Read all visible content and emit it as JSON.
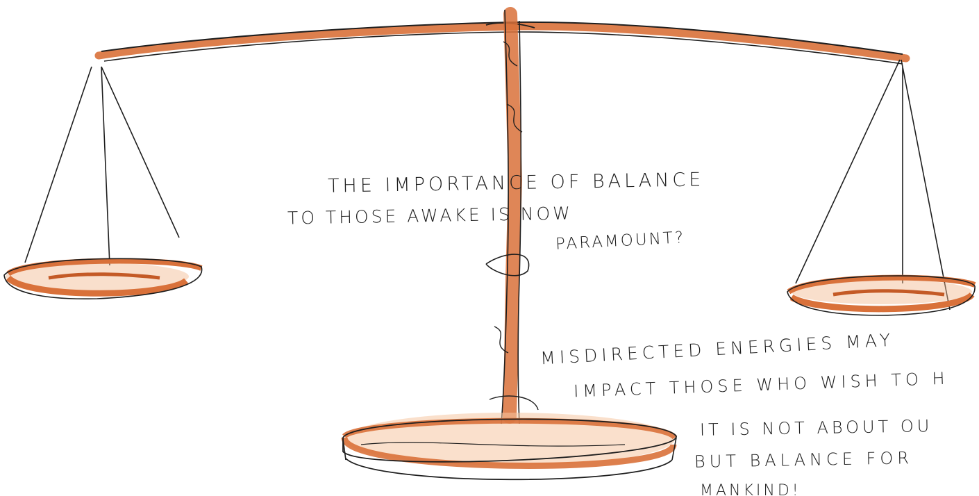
{
  "sketch": {
    "line1": "THE IMPORTANCE OF BALANCE",
    "line2": "TO THOSE AWAKE IS NOW",
    "line3": "PARAMOUNT?",
    "line4": "MISDIRECTED ENERGIES MAY",
    "line5": "IMPACT THOSE WHO WISH TO H",
    "line6": "IT IS NOT ABOUT OU",
    "line7": "BUT BALANCE FOR",
    "line8": "MANKIND!"
  },
  "colors": {
    "ink": "#1e1e1e",
    "orange": "#d9713a",
    "orange_light": "#e89a62"
  },
  "illustration": "balance-scale"
}
